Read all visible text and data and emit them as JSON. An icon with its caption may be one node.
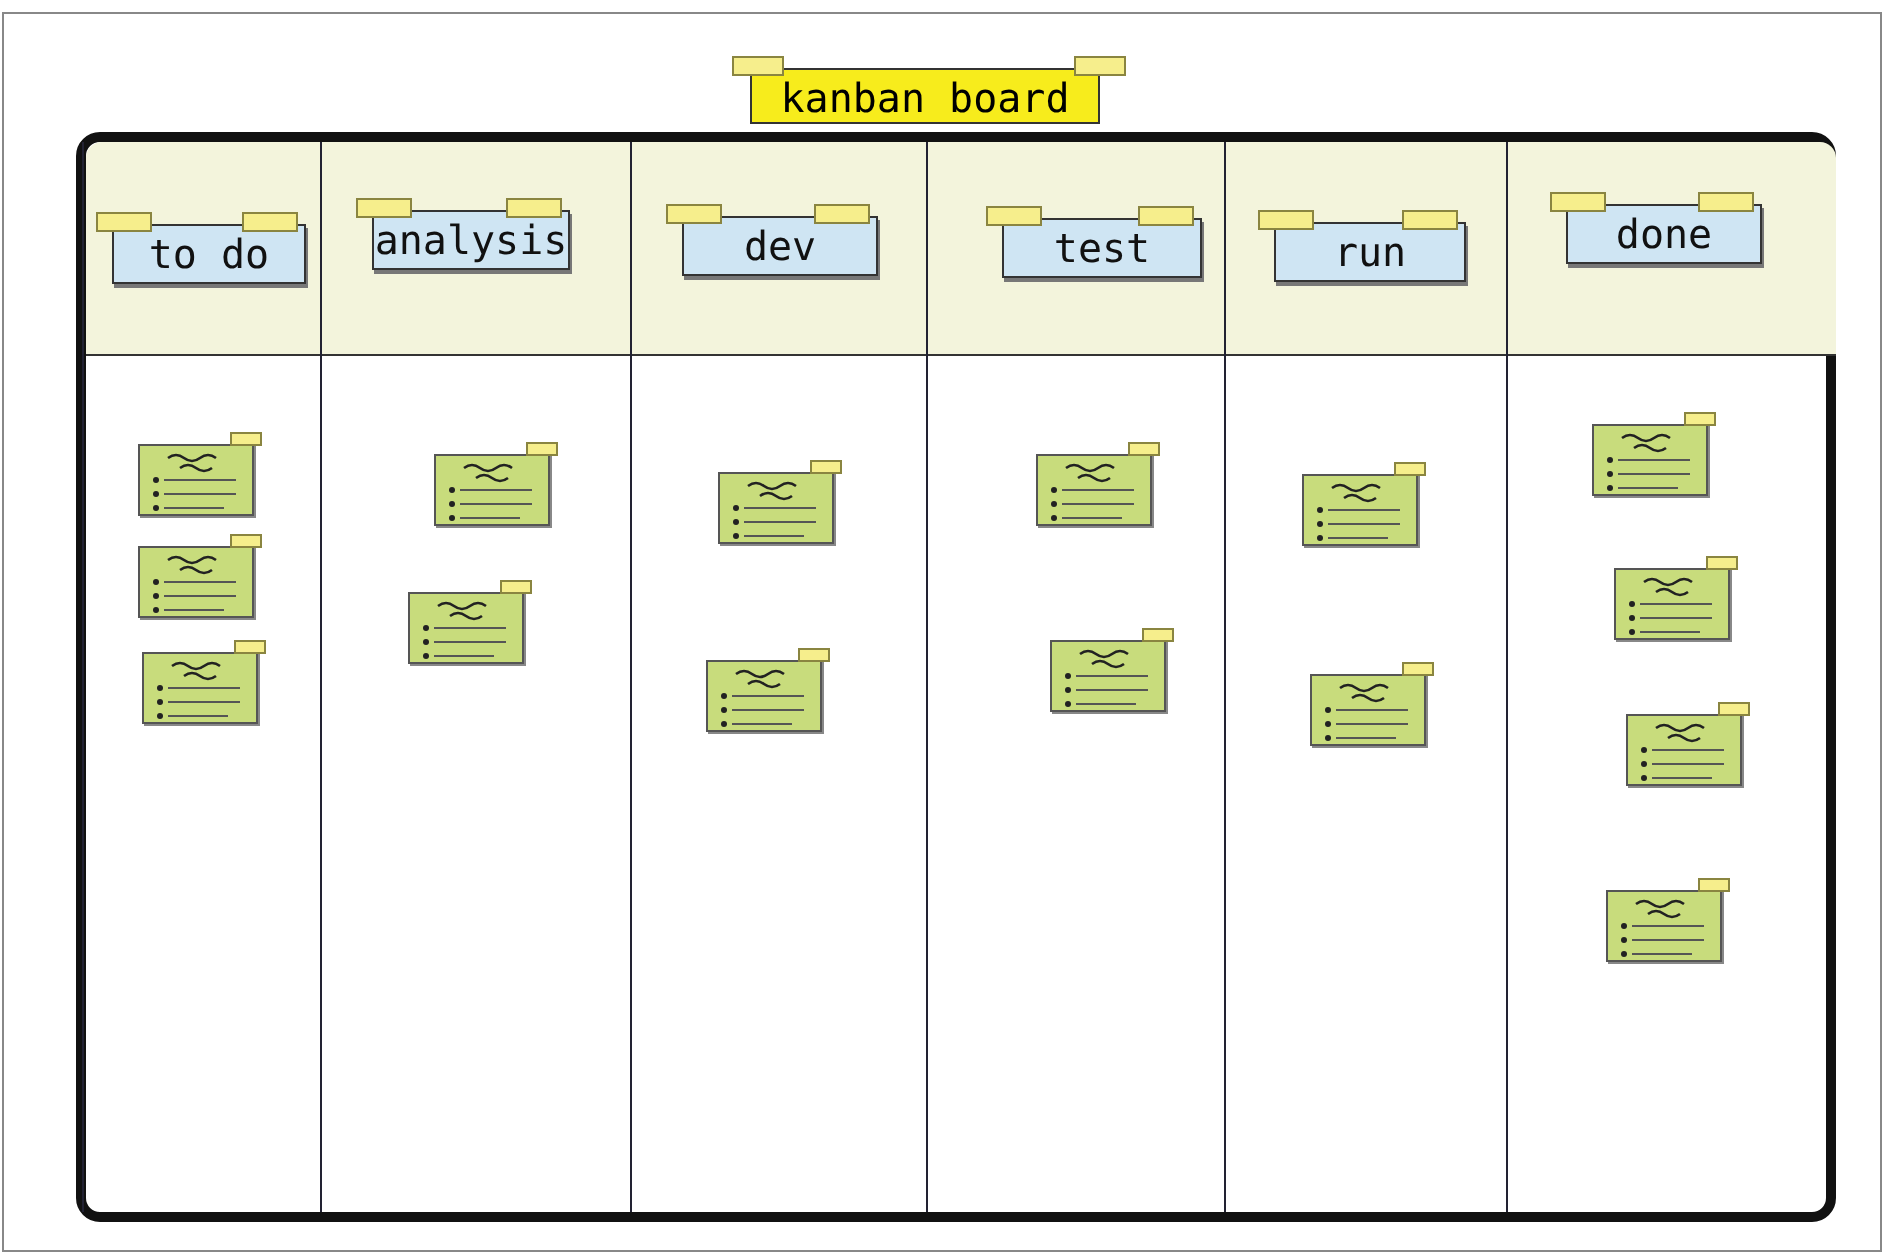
{
  "diagram": {
    "title": "kanban board",
    "nodes": [
      {
        "text": [
          "to do"
        ]
      },
      {
        "text": [
          "analysis"
        ]
      },
      {
        "text": [
          "dev"
        ]
      },
      {
        "text": [
          "test"
        ]
      },
      {
        "text": [
          "run"
        ]
      },
      {
        "text": [
          "done"
        ]
      },
      {
        "text": [],
        "shape": "box",
        "in": 0
      },
      {
        "text": [],
        "shape": "box",
        "in": 0
      },
      {
        "text": [],
        "shape": "box",
        "in": 0
      },
      {
        "text": [],
        "shape": "box",
        "in": 1
      },
      {
        "text": [],
        "shape": "box",
        "in": 1
      },
      {
        "text": [],
        "shape": "box",
        "in": 2
      },
      {
        "text": [],
        "shape": "box",
        "in": 2
      },
      {
        "text": [],
        "shape": "box",
        "in": 3
      },
      {
        "text": [],
        "shape": "box",
        "in": 3
      },
      {
        "text": [],
        "shape": "box",
        "in": 4
      },
      {
        "text": [],
        "shape": "box",
        "in": 4
      },
      {
        "text": [],
        "shape": "box",
        "in": 5
      },
      {
        "text": [],
        "shape": "box",
        "in": 5
      },
      {
        "text": [],
        "shape": "box",
        "in": 5
      },
      {
        "text": [],
        "shape": "box",
        "in": 5
      }
    ]
  }
}
